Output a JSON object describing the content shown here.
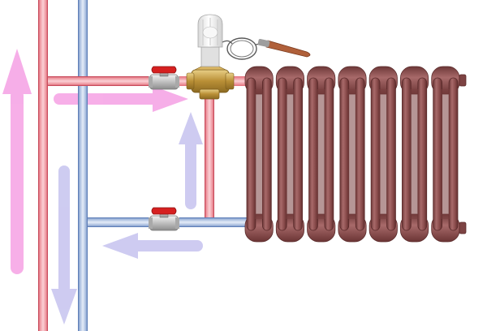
{
  "colors": {
    "background": "#ffffff",
    "hot_pipe": "#f0a0a8",
    "hot_pipe_edge": "#d8606e",
    "cold_pipe": "#b8cce8",
    "cold_pipe_edge": "#6f8fc4",
    "hot_flow_arrow": "#f6a6e6",
    "cold_flow_arrow": "#c9c6f0",
    "radiator": "#8e4f4f",
    "radiator_shadow": "#6a3535",
    "radiator_highlight": "#b17575",
    "valve_brass": "#c9a44e",
    "valve_handle": "#d62020",
    "thermostat_head": "#f2f2f2",
    "capillary_tube": "#5a5a5a",
    "sensor_probe": "#b0603a"
  },
  "diagram": {
    "description_nodes": [
      {
        "id": "hot-riser",
        "kind": "pipe",
        "icon": "vertical-pipe-icon"
      },
      {
        "id": "cold-riser",
        "kind": "pipe",
        "icon": "vertical-pipe-icon"
      },
      {
        "id": "supply-branch",
        "kind": "pipe",
        "icon": "horizontal-pipe-icon"
      },
      {
        "id": "return-branch",
        "kind": "pipe",
        "icon": "horizontal-pipe-icon"
      },
      {
        "id": "bypass",
        "kind": "pipe",
        "icon": "vertical-pipe-icon"
      },
      {
        "id": "supply-ball-valve",
        "kind": "valve",
        "icon": "ball-valve-icon"
      },
      {
        "id": "return-ball-valve",
        "kind": "valve",
        "icon": "ball-valve-icon"
      },
      {
        "id": "three-way-thermostatic-valve",
        "kind": "valve",
        "icon": "thermostatic-valve-icon"
      },
      {
        "id": "remote-sensor",
        "kind": "sensor",
        "icon": "temperature-probe-icon"
      },
      {
        "id": "cast-iron-radiator",
        "kind": "radiator",
        "icon": "radiator-icon",
        "sections": 7
      }
    ],
    "flows": [
      {
        "from": "bottom",
        "to": "top",
        "medium": "hot",
        "along": "hot-riser"
      },
      {
        "from": "hot-riser",
        "to": "three-way-thermostatic-valve",
        "medium": "hot",
        "along": "supply-branch"
      },
      {
        "from": "return-branch",
        "to": "three-way-thermostatic-valve",
        "medium": "cold",
        "along": "bypass"
      },
      {
        "from": "return-branch",
        "to": "cold-riser",
        "medium": "cold",
        "along": "return-branch"
      },
      {
        "from": "top",
        "to": "bottom",
        "medium": "cold",
        "along": "cold-riser"
      }
    ]
  }
}
